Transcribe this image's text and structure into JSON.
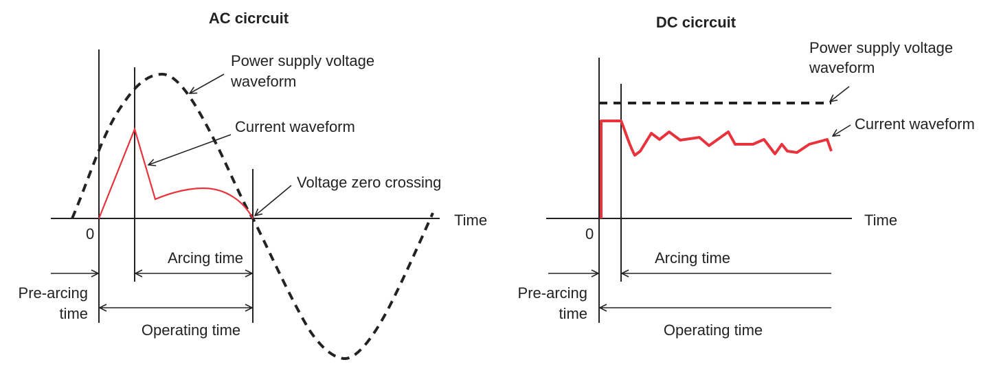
{
  "colors": {
    "current": "#e8323c",
    "ink": "#222222",
    "background": "#ffffff"
  },
  "ac": {
    "title": "AC cicrcuit",
    "labels": {
      "power_supply_line1": "Power supply voltage",
      "power_supply_line2": "waveform",
      "current_waveform": "Current waveform",
      "voltage_zero_crossing": "Voltage zero crossing",
      "time_axis": "Time",
      "origin": "0",
      "arcing_time": "Arcing time",
      "pre_arcing_line1": "Pre-arcing",
      "pre_arcing_line2": "time",
      "operating_time": "Operating time"
    }
  },
  "dc": {
    "title": "DC cicrcuit",
    "labels": {
      "power_supply_line1": "Power supply voltage",
      "power_supply_line2": "waveform",
      "current_waveform": "Current waveform",
      "time_axis": "Time",
      "origin": "0",
      "arcing_time": "Arcing time",
      "pre_arcing_line1": "Pre-arcing",
      "pre_arcing_line2": "time",
      "operating_time": "Operating time"
    }
  }
}
